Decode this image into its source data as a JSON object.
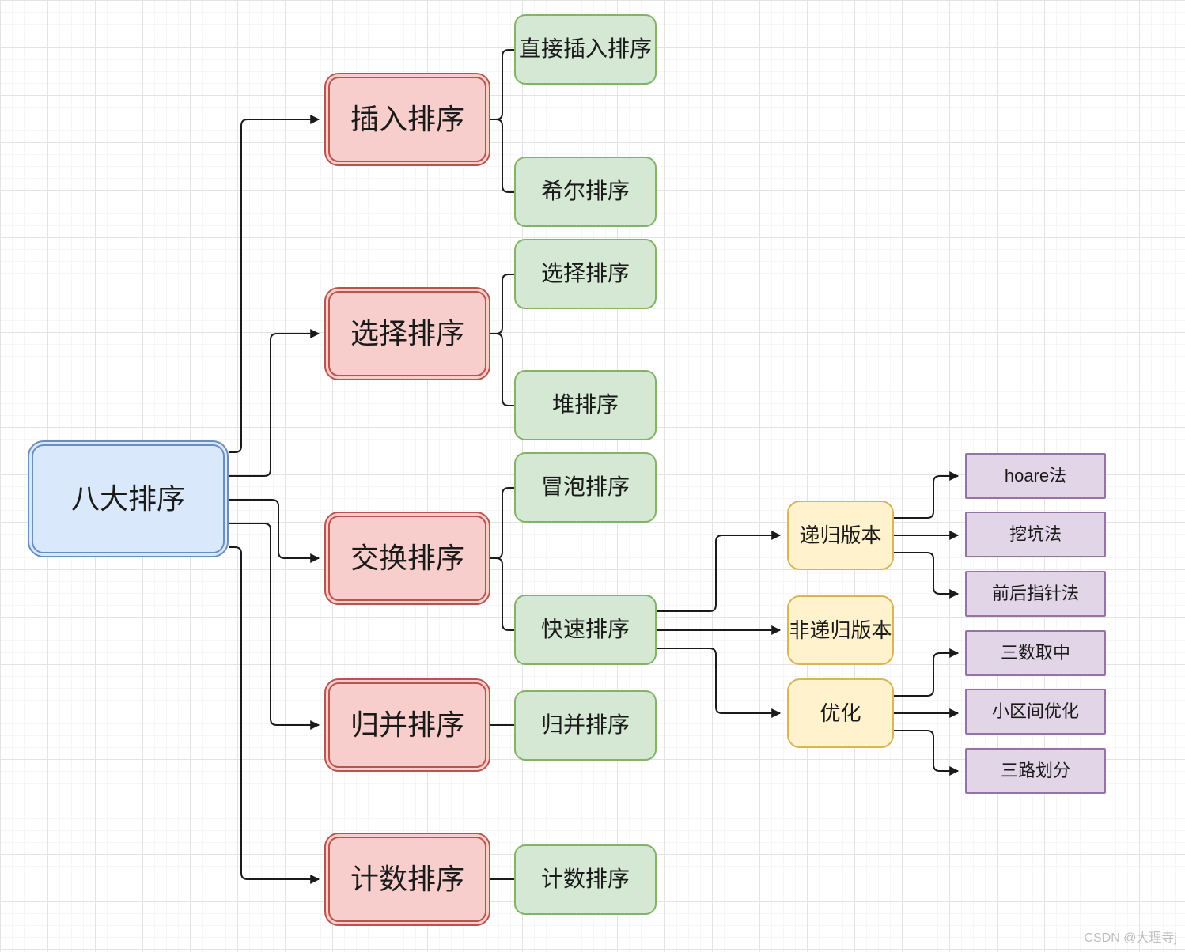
{
  "diagram": {
    "root": {
      "label": "八大排序"
    },
    "categories": [
      {
        "id": "insertion-sort",
        "label": "插入排序"
      },
      {
        "id": "selection-sort",
        "label": "选择排序"
      },
      {
        "id": "exchange-sort",
        "label": "交换排序"
      },
      {
        "id": "merge-sort",
        "label": "归并排序"
      },
      {
        "id": "counting-sort",
        "label": "计数排序"
      }
    ],
    "methods": [
      {
        "id": "direct-insertion-sort",
        "label": "直接插入排序",
        "parent": "插入排序"
      },
      {
        "id": "shell-sort",
        "label": "希尔排序",
        "parent": "插入排序"
      },
      {
        "id": "selection-sort-impl",
        "label": "选择排序",
        "parent": "选择排序"
      },
      {
        "id": "heap-sort",
        "label": "堆排序",
        "parent": "选择排序"
      },
      {
        "id": "bubble-sort",
        "label": "冒泡排序",
        "parent": "交换排序"
      },
      {
        "id": "quick-sort",
        "label": "快速排序",
        "parent": "交换排序"
      },
      {
        "id": "merge-sort-impl",
        "label": "归并排序",
        "parent": "归并排序"
      },
      {
        "id": "counting-sort-impl",
        "label": "计数排序",
        "parent": "计数排序"
      }
    ],
    "quick_sort_variants": [
      {
        "id": "recursive-version",
        "label": "递归版本",
        "parent": "快速排序"
      },
      {
        "id": "non-recursive-version",
        "label": "非递归版本",
        "parent": "快速排序"
      },
      {
        "id": "optimization",
        "label": "优化",
        "parent": "快速排序"
      }
    ],
    "recursive_partition_methods": [
      {
        "id": "hoare-method",
        "label": "hoare法",
        "parent": "递归版本"
      },
      {
        "id": "pit-digging-method",
        "label": "挖坑法",
        "parent": "递归版本"
      },
      {
        "id": "front-back-pointer-method",
        "label": "前后指针法",
        "parent": "递归版本"
      }
    ],
    "optimization_methods": [
      {
        "id": "median-of-three",
        "label": "三数取中",
        "parent": "优化"
      },
      {
        "id": "small-interval-optimize",
        "label": "小区间优化",
        "parent": "优化"
      },
      {
        "id": "three-way-partition",
        "label": "三路划分",
        "parent": "优化"
      }
    ],
    "colors": {
      "root_fill": "#dae8fc",
      "root_stroke": "#6c8ebf",
      "category_fill": "#f8cecc",
      "category_stroke": "#b85450",
      "method_fill": "#d5e8d4",
      "method_stroke": "#82b366",
      "variant_fill": "#fff2cc",
      "variant_stroke": "#d6b656",
      "technique_fill": "#e1d5e7",
      "technique_stroke": "#9673a6",
      "connector": "#1a1a1a"
    },
    "watermark": "CSDN @大理寺j"
  }
}
